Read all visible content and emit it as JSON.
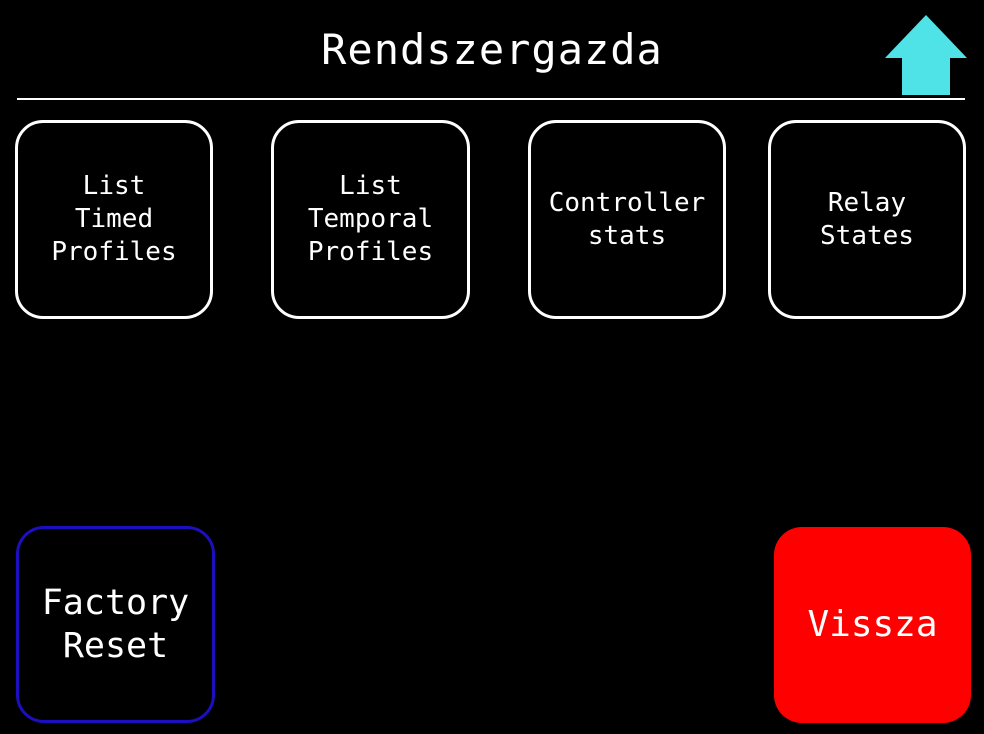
{
  "header": {
    "title": "Rendszergazda",
    "home_icon": "home-up-arrow-icon",
    "home_icon_color": "#4fe3e8"
  },
  "tiles": [
    {
      "label": "List\nTimed\nProfiles"
    },
    {
      "label": "List\nTemporal\nProfiles"
    },
    {
      "label": "Controller\nstats"
    },
    {
      "label": "Relay\nStates"
    }
  ],
  "actions": {
    "factory_reset_label": "Factory\nReset",
    "factory_reset_border": "#1d0fbf",
    "back_label": "Vissza",
    "back_color": "#ff0000"
  }
}
